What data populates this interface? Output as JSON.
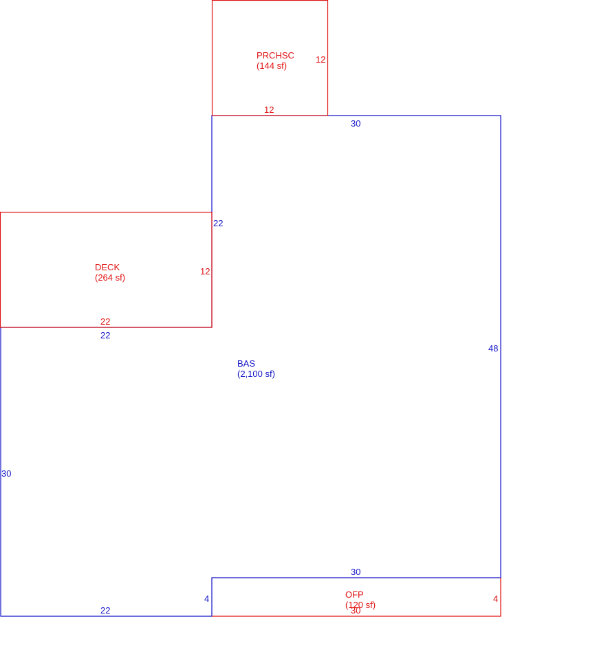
{
  "colors": {
    "living_area": "#1414c8",
    "attached_area": "#e01010"
  },
  "areas": {
    "bas": {
      "code": "BAS",
      "size": "(2,100 sf)"
    },
    "deck": {
      "code": "DECK",
      "size": "(264 sf)"
    },
    "prchsc": {
      "code": "PRCHSC",
      "size": "(144 sf)"
    },
    "ofp": {
      "code": "OFP",
      "size": "(120 sf)"
    }
  },
  "dimensions": {
    "prchsc_right": "12",
    "prchsc_bottom": "12",
    "bas_top": "30",
    "bas_step_vertical": "22",
    "deck_right": "12",
    "deck_bottom": "22",
    "bas_step_horizontal": "22",
    "bas_right": "48",
    "bas_left": "30",
    "bas_bottom_notch": "30",
    "bas_notch_vertical": "4",
    "bas_bottom": "22",
    "ofp_right": "4",
    "ofp_bottom": "30"
  }
}
